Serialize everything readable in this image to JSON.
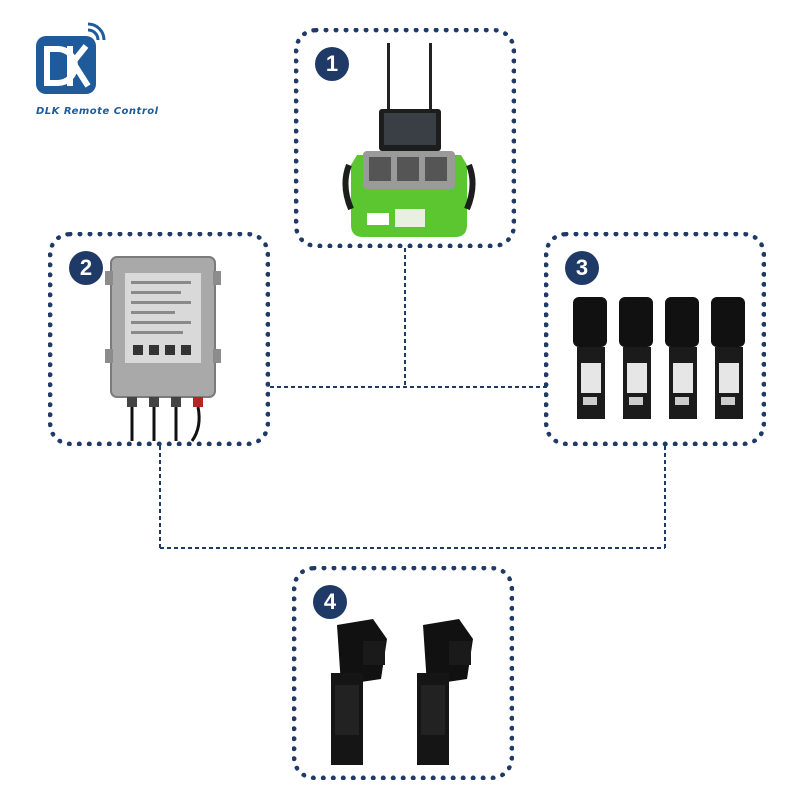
{
  "logo": {
    "text": "DLK Remote Control",
    "monogram": "DLK",
    "icon": "dlk-logo-icon"
  },
  "nodes": [
    {
      "number": "1",
      "item": "remote-transmitter-with-screen"
    },
    {
      "number": "2",
      "item": "control-box-receiver"
    },
    {
      "number": "3",
      "item": "four-small-actuator-motors"
    },
    {
      "number": "4",
      "item": "two-large-actuator-motors"
    }
  ],
  "colors": {
    "accent": "#1f3a66",
    "transmitter_green": "#5cc630",
    "logo_blue": "#1f5a9a"
  }
}
